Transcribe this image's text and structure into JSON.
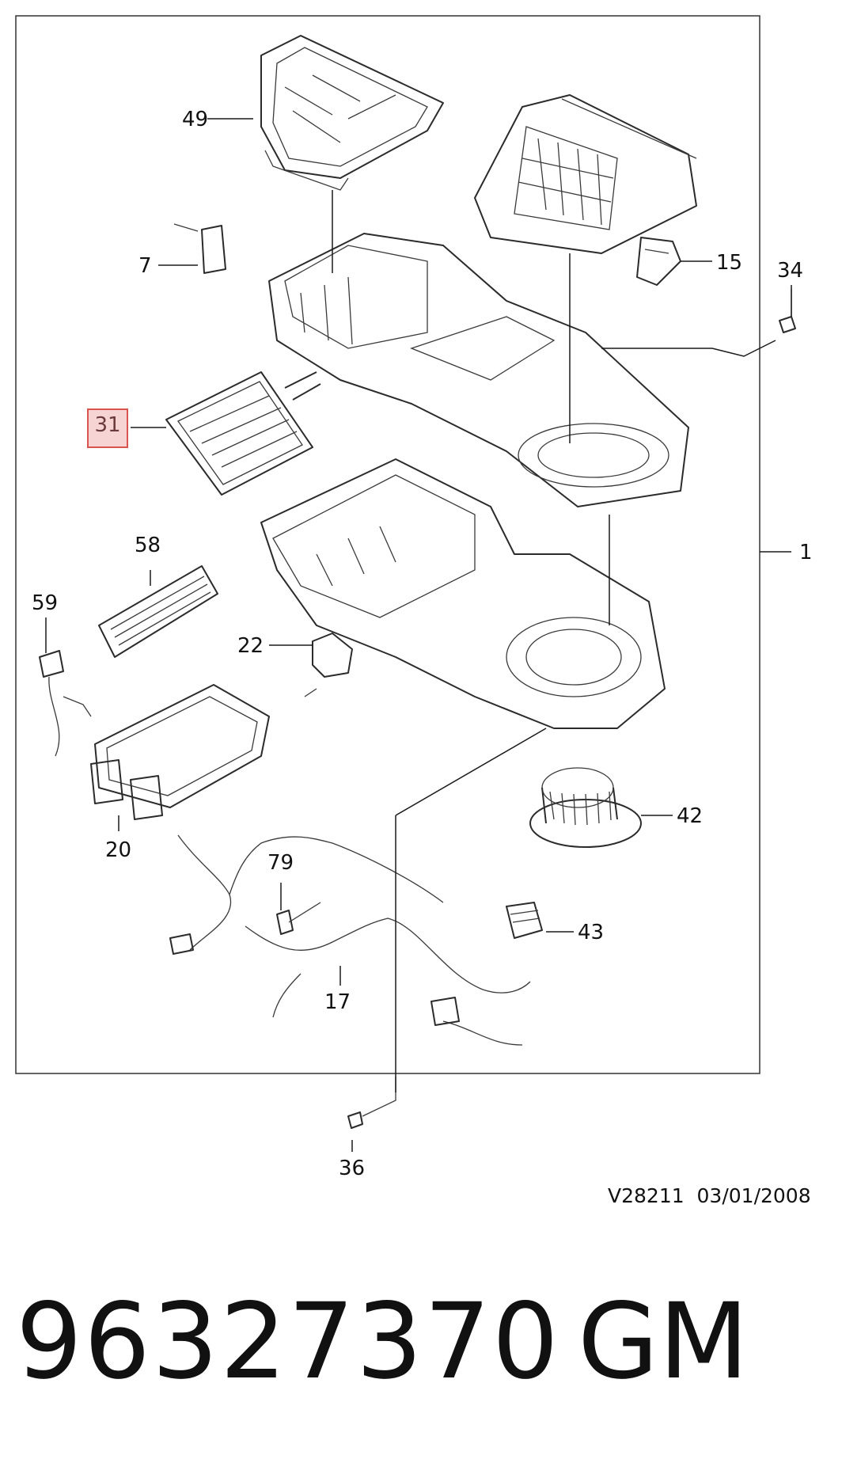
{
  "diagram": {
    "callouts": {
      "c49": "49",
      "c7": "7",
      "c15": "15",
      "c34": "34",
      "c31": "31",
      "c1": "1",
      "c58": "58",
      "c59": "59",
      "c22": "22",
      "c20": "20",
      "c42": "42",
      "c79": "79",
      "c43": "43",
      "c17": "17",
      "c36": "36"
    },
    "highlighted_callout": "31",
    "reference": "V28211  03/01/2008"
  },
  "footer": {
    "part_number": "96327370",
    "brand": "GM"
  },
  "colors": {
    "highlight_border": "#d9534f",
    "highlight_fill": "#f6d4d4",
    "line": "#1a1a1a"
  }
}
